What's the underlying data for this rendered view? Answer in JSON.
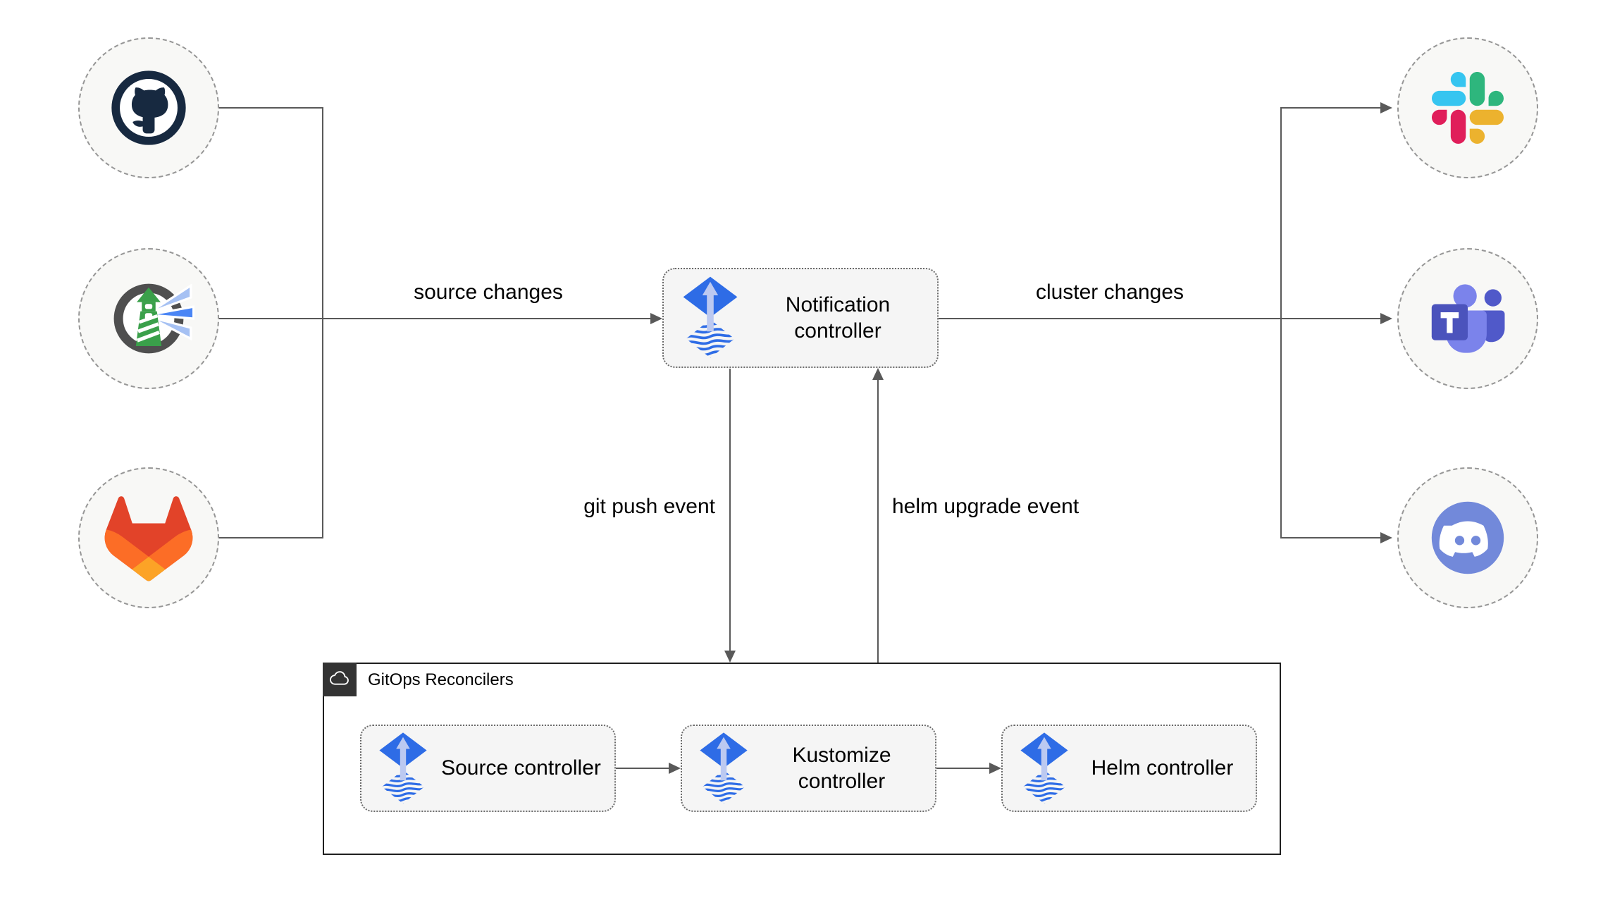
{
  "nodes": {
    "notification": "Notification controller"
  },
  "reconcilers": {
    "title": "GitOps Reconcilers",
    "header_icon": "cloud-icon",
    "controllers": [
      {
        "label": "Source controller",
        "icon": "flux-icon"
      },
      {
        "label": "Kustomize controller",
        "icon": "flux-icon"
      },
      {
        "label": "Helm controller",
        "icon": "flux-icon"
      }
    ]
  },
  "sources": [
    {
      "icon": "github-icon"
    },
    {
      "icon": "harbor-icon"
    },
    {
      "icon": "gitlab-icon"
    }
  ],
  "targets": [
    {
      "icon": "slack-icon"
    },
    {
      "icon": "teams-icon"
    },
    {
      "icon": "discord-icon"
    }
  ],
  "edges": {
    "source_changes": "source changes",
    "cluster_changes": "cluster changes",
    "git_push_event": "git push event",
    "helm_upgrade_event": "helm upgrade event"
  },
  "colors": {
    "line": "#595959",
    "node_fill": "#f5f5f5",
    "circle_fill": "#f8f8f6",
    "circle_border": "#969696",
    "container_border": "#1f1f1f",
    "container_header": "#333333",
    "flux_blue": "#2e6ce6",
    "flux_arrow": "#bcc9f1",
    "github_dark": "#172940",
    "harbor_green": "#3aa04a",
    "harbor_ring": "#4f4f4f",
    "harbor_beam": "#4b86f5",
    "gitlab_red": "#e24329",
    "gitlab_orange": "#fc6d26",
    "gitlab_gold": "#fca326",
    "slack_blue": "#36C5F0",
    "slack_green": "#2EB67D",
    "slack_yellow": "#ECB22E",
    "slack_red": "#E01E5A",
    "teams_purple": "#4b53bc",
    "teams_light": "#7b83eb",
    "teams_mid": "#5059c9",
    "discord_blurple": "#7289da"
  }
}
